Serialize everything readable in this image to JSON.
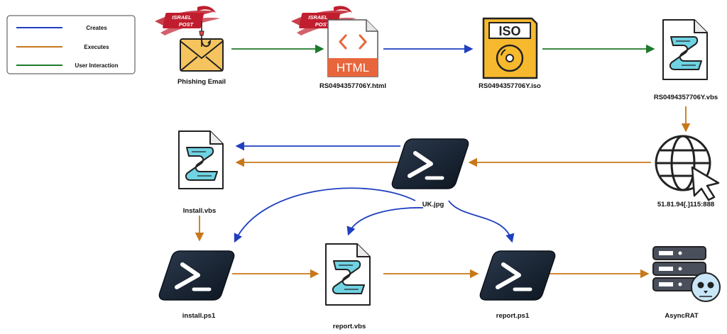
{
  "legend": {
    "items": [
      {
        "label": "Creates",
        "color": "#1f3fbf"
      },
      {
        "label": "Executes",
        "color": "#c8771a"
      },
      {
        "label": "User Interaction",
        "color": "#1e7a2a"
      }
    ]
  },
  "logos": [
    {
      "line1": "ISRAEL",
      "line2": "POST"
    },
    {
      "line1": "ISRAEL",
      "line2": "POST"
    }
  ],
  "nodes": {
    "phishing_email": {
      "label": "Phishing Email",
      "icon": "envelope-hook-icon"
    },
    "html_file": {
      "label": "RS0494357706Y.html",
      "icon": "html-file-icon",
      "badge": "HTML"
    },
    "iso_file": {
      "label": "RS0494357706Y.iso",
      "icon": "iso-file-icon",
      "badge": "ISO"
    },
    "vbs_file": {
      "label": "RS0494357706Y.vbs",
      "icon": "script-file-icon"
    },
    "remote_host": {
      "label": "51.81.94[.]115:888",
      "icon": "globe-cursor-icon"
    },
    "uk_jpg": {
      "label": "UK.jpg",
      "icon": "powershell-icon"
    },
    "install_vbs": {
      "label": "Install.vbs",
      "icon": "script-file-icon"
    },
    "install_ps1": {
      "label": "install.ps1",
      "icon": "powershell-icon"
    },
    "report_vbs": {
      "label": "report.vbs",
      "icon": "script-file-icon"
    },
    "report_ps1": {
      "label": "report.ps1",
      "icon": "powershell-icon"
    },
    "asyncrat": {
      "label": "AsyncRAT",
      "icon": "server-skull-icon"
    }
  },
  "edges": [
    {
      "from": "phishing_email",
      "to": "html_file",
      "type": "User Interaction"
    },
    {
      "from": "html_file",
      "to": "iso_file",
      "type": "Creates"
    },
    {
      "from": "iso_file",
      "to": "vbs_file",
      "type": "User Interaction"
    },
    {
      "from": "vbs_file",
      "to": "remote_host",
      "type": "Executes"
    },
    {
      "from": "remote_host",
      "to": "uk_jpg",
      "type": "Executes"
    },
    {
      "from": "uk_jpg",
      "to": "install_vbs",
      "type": "Creates"
    },
    {
      "from": "uk_jpg",
      "to": "install_vbs",
      "type": "Executes"
    },
    {
      "from": "uk_jpg",
      "to": "install_ps1",
      "type": "Creates"
    },
    {
      "from": "uk_jpg",
      "to": "report_vbs",
      "type": "Creates"
    },
    {
      "from": "uk_jpg",
      "to": "report_ps1",
      "type": "Creates"
    },
    {
      "from": "install_vbs",
      "to": "install_ps1",
      "type": "Executes"
    },
    {
      "from": "install_ps1",
      "to": "report_vbs",
      "type": "Executes"
    },
    {
      "from": "report_vbs",
      "to": "report_ps1",
      "type": "Executes"
    },
    {
      "from": "report_ps1",
      "to": "asyncrat",
      "type": "Executes"
    }
  ]
}
